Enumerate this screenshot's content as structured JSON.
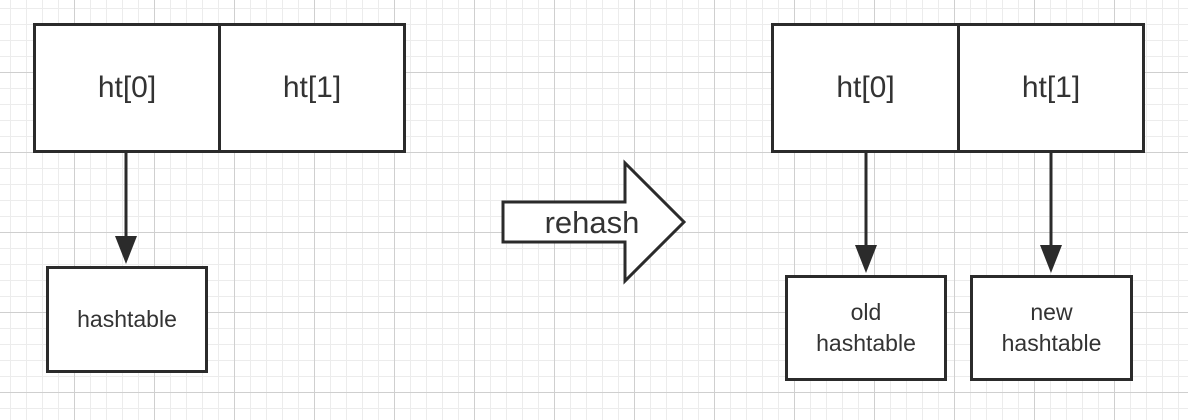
{
  "left": {
    "cells": [
      "ht[0]",
      "ht[1]"
    ],
    "table": "hashtable"
  },
  "transition": {
    "label": "rehash"
  },
  "right": {
    "cells": [
      "ht[0]",
      "ht[1]"
    ],
    "old_table": "old\nhashtable",
    "new_table": "new\nhashtable"
  }
}
